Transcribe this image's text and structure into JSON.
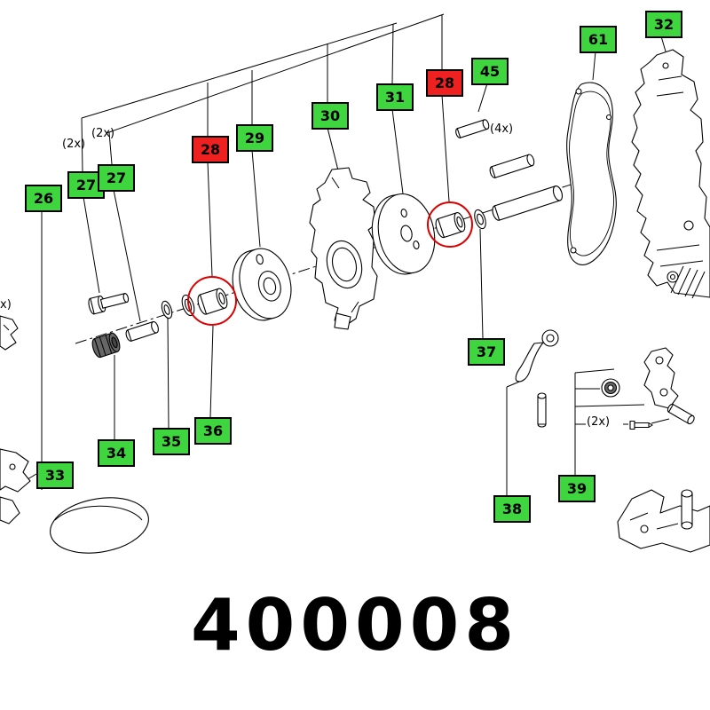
{
  "diagram": {
    "part_number": "400008",
    "labels": [
      {
        "text": "26",
        "variant": "green"
      },
      {
        "text": "27",
        "variant": "green"
      },
      {
        "text": "27",
        "variant": "green"
      },
      {
        "text": "28",
        "variant": "red"
      },
      {
        "text": "29",
        "variant": "green"
      },
      {
        "text": "30",
        "variant": "green"
      },
      {
        "text": "31",
        "variant": "green"
      },
      {
        "text": "28",
        "variant": "red"
      },
      {
        "text": "45",
        "variant": "green"
      },
      {
        "text": "61",
        "variant": "green"
      },
      {
        "text": "32",
        "variant": "green"
      },
      {
        "text": "33",
        "variant": "green"
      },
      {
        "text": "34",
        "variant": "green"
      },
      {
        "text": "35",
        "variant": "green"
      },
      {
        "text": "36",
        "variant": "green"
      },
      {
        "text": "37",
        "variant": "green"
      },
      {
        "text": "38",
        "variant": "green"
      },
      {
        "text": "39",
        "variant": "green"
      }
    ],
    "quantities": [
      {
        "text": "(2x)"
      },
      {
        "text": "(2x)"
      },
      {
        "text": "(4x)"
      },
      {
        "text": "(2x)"
      },
      {
        "text": "x)"
      }
    ],
    "colors": {
      "label_green": "#3fd53f",
      "label_red": "#ee2020",
      "highlight_red": "#dd0000",
      "line": "#000000"
    }
  }
}
